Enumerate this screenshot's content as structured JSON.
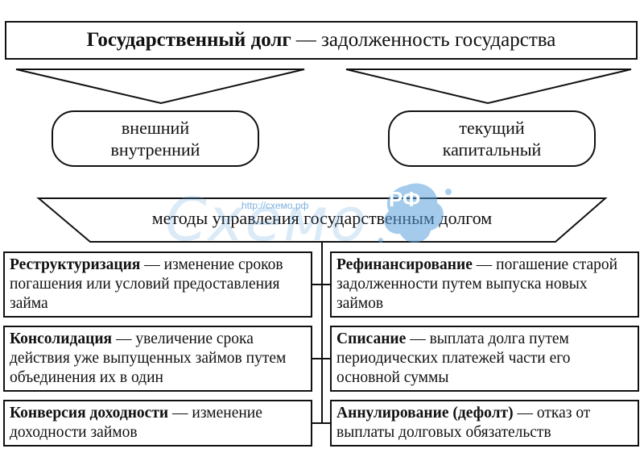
{
  "title": {
    "term": "Государственный долг",
    "definition": "— задолженность государства"
  },
  "types": {
    "left": [
      "внешний",
      "внутренний"
    ],
    "right": [
      "текущий",
      "капитальный"
    ]
  },
  "methods_label": "методы управления государственным долгом",
  "methods": {
    "left": [
      {
        "term": "Реструктуризация",
        "definition": " — изменение сроков погашения или условий предоставления займа"
      },
      {
        "term": "Консолидация",
        "definition": " — увеличение срока действия уже выпущенных займов путем объединения их в один"
      },
      {
        "term": "Конверсия доходности",
        "definition": " — изменение доходности займов"
      }
    ],
    "right": [
      {
        "term": "Рефинансирование",
        "definition": " — погашение старой задолженности путем выпуска новых займов"
      },
      {
        "term": "Списание",
        "definition": " — выплата долга путем периодических платежей части его основной суммы"
      },
      {
        "term": "Аннулирование (дефолт)",
        "definition": " — отказ от выплаты долговых обязательств"
      }
    ]
  },
  "watermark": {
    "url": "http://схемо.рф",
    "word": "Схемо",
    "badge": "РФ",
    "color": "#5aa0dc"
  }
}
